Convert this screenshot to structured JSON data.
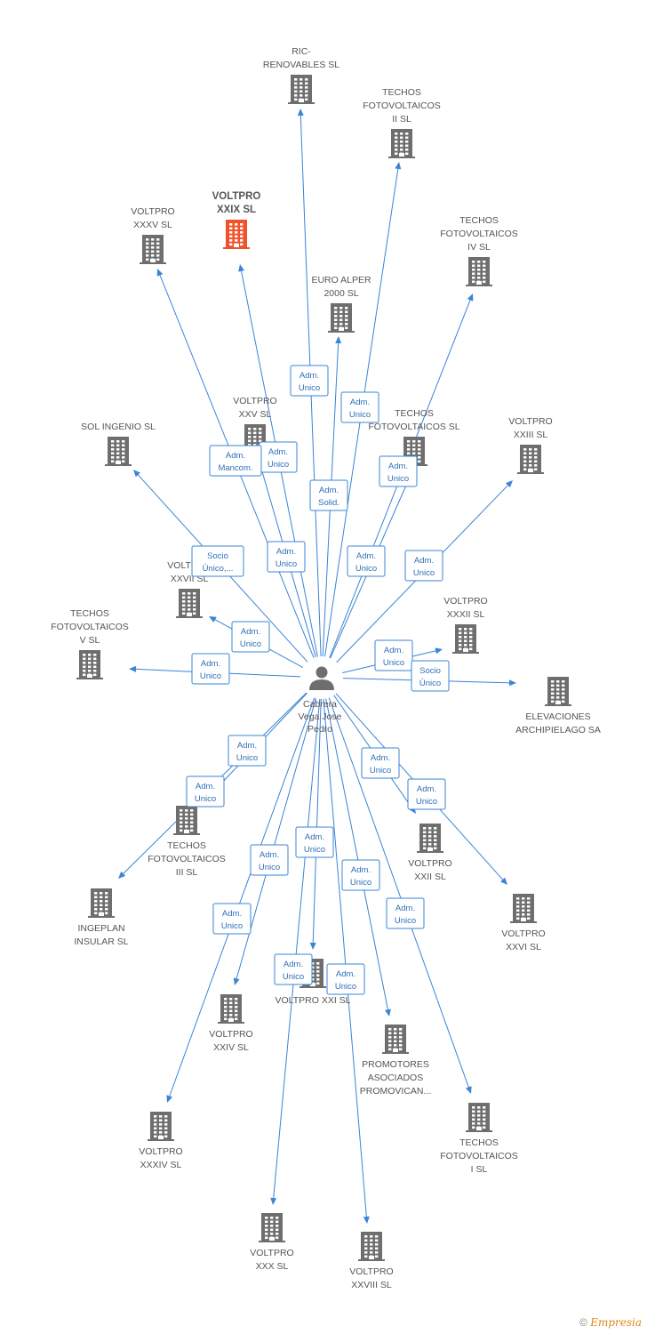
{
  "person": {
    "name_lines": [
      "Cabrera",
      "Vega Jose",
      "Pedro"
    ]
  },
  "companies": [
    {
      "id": "ric",
      "lines": [
        "RIC-",
        "RENOVABLES SL"
      ]
    },
    {
      "id": "tf2",
      "lines": [
        "TECHOS",
        "FOTOVOLTAICOS",
        "II SL"
      ]
    },
    {
      "id": "v29",
      "lines": [
        "VOLTPRO",
        "XXIX SL"
      ],
      "highlight": true
    },
    {
      "id": "v35",
      "lines": [
        "VOLTPRO",
        "XXXV SL"
      ]
    },
    {
      "id": "tf4",
      "lines": [
        "TECHOS",
        "FOTOVOLTAICOS",
        "IV SL"
      ]
    },
    {
      "id": "euro",
      "lines": [
        "EURO ALPER",
        "2000 SL"
      ]
    },
    {
      "id": "v25",
      "lines": [
        "VOLTPRO",
        "XXV SL"
      ]
    },
    {
      "id": "tfsl",
      "lines": [
        "TECHOS",
        "FOTOVOLTAICOS SL"
      ]
    },
    {
      "id": "v23",
      "lines": [
        "VOLTPRO",
        "XXIII SL"
      ]
    },
    {
      "id": "sol",
      "lines": [
        "SOL INGENIO SL"
      ]
    },
    {
      "id": "v27",
      "lines": [
        "VOLTPRO",
        "XXVII SL"
      ]
    },
    {
      "id": "tf5",
      "lines": [
        "TECHOS",
        "FOTOVOLTAICOS",
        "V SL"
      ]
    },
    {
      "id": "v32",
      "lines": [
        "VOLTPRO",
        "XXXII SL"
      ]
    },
    {
      "id": "elev",
      "lines": [
        "ELEVACIONES",
        "ARCHIPIELAGO SA"
      ]
    },
    {
      "id": "tf3",
      "lines": [
        "TECHOS",
        "FOTOVOLTAICOS",
        "III SL"
      ]
    },
    {
      "id": "inge",
      "lines": [
        "INGEPLAN",
        "INSULAR SL"
      ]
    },
    {
      "id": "v22",
      "lines": [
        "VOLTPRO",
        "XXII SL"
      ]
    },
    {
      "id": "v26",
      "lines": [
        "VOLTPRO",
        "XXVI SL"
      ]
    },
    {
      "id": "v21",
      "lines": [
        "VOLTPRO XXI SL"
      ]
    },
    {
      "id": "v24",
      "lines": [
        "VOLTPRO",
        "XXIV SL"
      ]
    },
    {
      "id": "prom",
      "lines": [
        "PROMOTORES",
        "ASOCIADOS",
        "PROMOVICAN..."
      ]
    },
    {
      "id": "v34",
      "lines": [
        "VOLTPRO",
        "XXXIV SL"
      ]
    },
    {
      "id": "tf1",
      "lines": [
        "TECHOS",
        "FOTOVOLTAICOS",
        "I SL"
      ]
    },
    {
      "id": "v30",
      "lines": [
        "VOLTPRO",
        "XXX SL"
      ]
    },
    {
      "id": "v28",
      "lines": [
        "VOLTPRO",
        "XXVIII SL"
      ]
    }
  ],
  "edges": [
    {
      "to": "ric",
      "badge": [
        "Adm.",
        "Unico"
      ]
    },
    {
      "to": "tf2",
      "badge": [
        "Adm.",
        "Unico"
      ]
    },
    {
      "to": "v29",
      "badge": [
        "Adm.",
        "Unico"
      ]
    },
    {
      "to": "v35",
      "badge": [
        "Adm.",
        "Mancom."
      ]
    },
    {
      "to": "tf4",
      "badge": [
        "Adm.",
        "Unico"
      ]
    },
    {
      "to": "euro",
      "badge": [
        "Adm.",
        "Solid."
      ]
    },
    {
      "to": "v25",
      "badge": [
        "Adm.",
        "Unico"
      ]
    },
    {
      "to": "tfsl",
      "badge": [
        "Adm.",
        "Unico"
      ]
    },
    {
      "to": "v23",
      "badge": [
        "Adm.",
        "Unico"
      ]
    },
    {
      "to": "sol",
      "badge": [
        "Socio",
        "Único,..."
      ]
    },
    {
      "to": "v27",
      "badge": [
        "Adm.",
        "Unico"
      ]
    },
    {
      "to": "tf5",
      "badge": [
        "Adm.",
        "Unico"
      ]
    },
    {
      "to": "v32",
      "badge": [
        "Adm.",
        "Unico"
      ]
    },
    {
      "to": "elev",
      "badge": [
        "Socio",
        "Único"
      ]
    },
    {
      "to": "tf3",
      "badge": [
        "Adm.",
        "Unico"
      ]
    },
    {
      "to": "inge",
      "badge": [
        "Adm.",
        "Unico"
      ]
    },
    {
      "to": "v22",
      "badge": [
        "Adm.",
        "Unico"
      ]
    },
    {
      "to": "v26",
      "badge": [
        "Adm.",
        "Unico"
      ]
    },
    {
      "to": "v21",
      "badge": [
        "Adm.",
        "Unico"
      ]
    },
    {
      "to": "v24",
      "badge": [
        "Adm.",
        "Unico"
      ]
    },
    {
      "to": "prom",
      "badge": [
        "Adm.",
        "Unico"
      ]
    },
    {
      "to": "v34",
      "badge": [
        "Adm.",
        "Unico"
      ]
    },
    {
      "to": "tf1",
      "badge": [
        "Adm.",
        "Unico"
      ]
    },
    {
      "to": "v30",
      "badge": [
        "Adm.",
        "Unico"
      ]
    },
    {
      "to": "v28",
      "badge": [
        "Adm.",
        "Unico"
      ]
    }
  ],
  "colors": {
    "edge": "#3b84d6",
    "building": "#6e6e6e",
    "building_highlight": "#f0522b",
    "person": "#6e6e6e"
  },
  "icons": {
    "company": "building-icon",
    "person": "person-icon",
    "copyright": "copyright-icon"
  },
  "footer": {
    "symbol": "©",
    "brand": "Empresia"
  }
}
